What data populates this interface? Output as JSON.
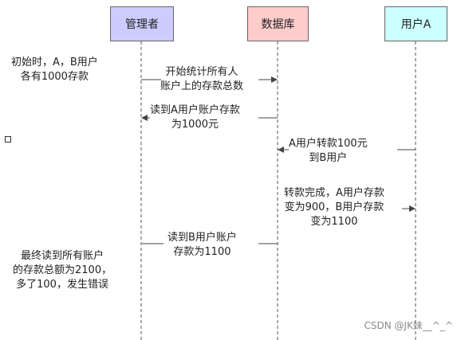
{
  "actors": [
    {
      "id": "manager",
      "label": "管理者",
      "fill": "#ccccff"
    },
    {
      "id": "database",
      "label": "数据库",
      "fill": "#ffcccc"
    },
    {
      "id": "userA",
      "label": "用户A",
      "fill": "#ccffff"
    }
  ],
  "side_notes": {
    "initial": [
      "初始时，A，B用户",
      "各有1000存款"
    ],
    "final": [
      "最终读到所有账户",
      "的存款总额为2100，",
      "多了100，发生错误"
    ]
  },
  "messages": [
    {
      "id": "m1",
      "from": "manager",
      "to": "database",
      "lines": [
        "开始统计所有人",
        "账户上的存款总数"
      ]
    },
    {
      "id": "m2",
      "from": "database",
      "to": "manager",
      "lines": [
        "读到A用户账户存款",
        "为1000元"
      ]
    },
    {
      "id": "m3",
      "from": "userA",
      "to": "database",
      "lines": [
        "A用户转款100元",
        "到B用户"
      ]
    },
    {
      "id": "m4",
      "from": "database",
      "to": "userA",
      "lines": [
        "转款完成，A用户存款",
        "变为900，B用户存款",
        "变为1100"
      ]
    },
    {
      "id": "m5",
      "from": "database",
      "to": "manager",
      "lines": [
        "读到B用户账户",
        "存款为1100"
      ]
    }
  ],
  "watermark": "CSDN @JK妹__^_^",
  "colors": {
    "line": "#555555"
  }
}
